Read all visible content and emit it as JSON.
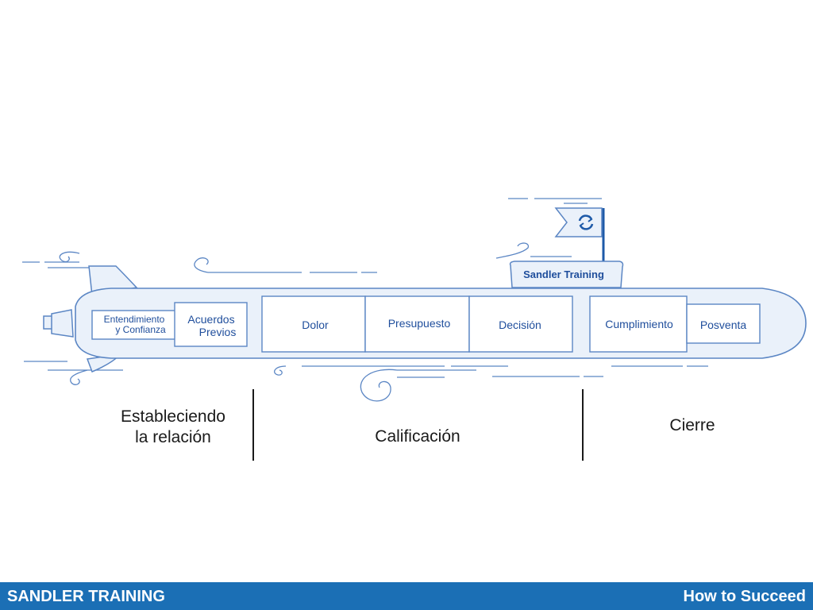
{
  "colors": {
    "line": "#5b86c4",
    "fill": "#eaf1fa",
    "dark": "#1e5aa8",
    "text": "#1f4e9c",
    "footer": "#1b6fb5"
  },
  "submarine": {
    "brand": "Sandler Training",
    "flag_icon": "sandler-logo-icon",
    "compartments": {
      "entendimiento_line1": "Entendimiento",
      "entendimiento_line2": "y Confianza",
      "acuerdos_line1": "Acuerdos",
      "acuerdos_line2": "Previos",
      "dolor": "Dolor",
      "presupuesto": "Presupuesto",
      "decision": "Decisión",
      "cumplimiento": "Cumplimiento",
      "posventa": "Posventa"
    }
  },
  "phases": {
    "relacion_line1": "Estableciendo",
    "relacion_line2": "la relación",
    "calificacion": "Calificación",
    "cierre": "Cierre"
  },
  "footer": {
    "left": "SANDLER TRAINING",
    "right": "How to Succeed"
  }
}
